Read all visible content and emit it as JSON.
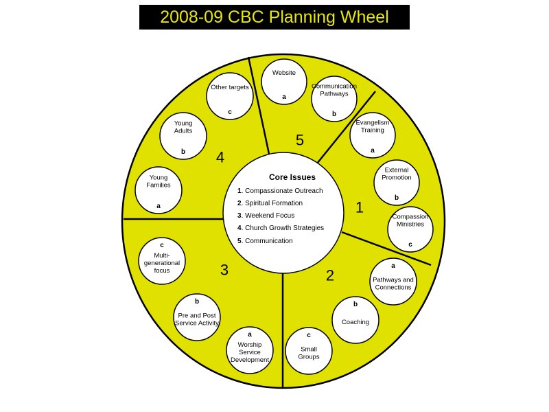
{
  "title": "2008-09 CBC Planning Wheel",
  "colors": {
    "wheel_fill": "#e1e100",
    "title_bg": "#000000",
    "title_text": "#e8e800"
  },
  "core": {
    "heading": "Core Issues",
    "issues": [
      {
        "num": "1",
        "text": ". Compassionate Outreach"
      },
      {
        "num": "2",
        "text": ". Spiritual Formation"
      },
      {
        "num": "3",
        "text": ". Weekend Focus"
      },
      {
        "num": "4",
        "text": ". Church Growth Strategies"
      },
      {
        "num": "5",
        "text": ". Communication"
      }
    ]
  },
  "sections": [
    {
      "number": "1",
      "items": [
        {
          "lines": [
            "Evangelism",
            "Training"
          ],
          "letter": "a"
        },
        {
          "lines": [
            "External",
            "Promotion"
          ],
          "letter": "b"
        },
        {
          "lines": [
            "Compassion",
            "Ministries"
          ],
          "letter": "c"
        }
      ]
    },
    {
      "number": "2",
      "items": [
        {
          "lines": [
            "Pathways and",
            "Connections"
          ],
          "letter": "a"
        },
        {
          "lines": [
            "Coaching"
          ],
          "letter": "b"
        },
        {
          "lines": [
            "Small",
            "Groups"
          ],
          "letter": "c"
        }
      ]
    },
    {
      "number": "3",
      "items": [
        {
          "lines": [
            "Worship",
            "Service",
            "Development"
          ],
          "letter": "a"
        },
        {
          "lines": [
            "Pre and Post",
            "Service Activity"
          ],
          "letter": "b"
        },
        {
          "lines": [
            "Multi-",
            "generational",
            "focus"
          ],
          "letter": "c"
        }
      ]
    },
    {
      "number": "4",
      "items": [
        {
          "lines": [
            "Young",
            "Families"
          ],
          "letter": "a"
        },
        {
          "lines": [
            "Young",
            "Adults"
          ],
          "letter": "b"
        },
        {
          "lines": [
            "Other targets"
          ],
          "letter": "c"
        }
      ]
    },
    {
      "number": "5",
      "items": [
        {
          "lines": [
            "Website"
          ],
          "letter": "a"
        },
        {
          "lines": [
            "Communication",
            "Pathways"
          ],
          "letter": "b"
        }
      ]
    }
  ]
}
